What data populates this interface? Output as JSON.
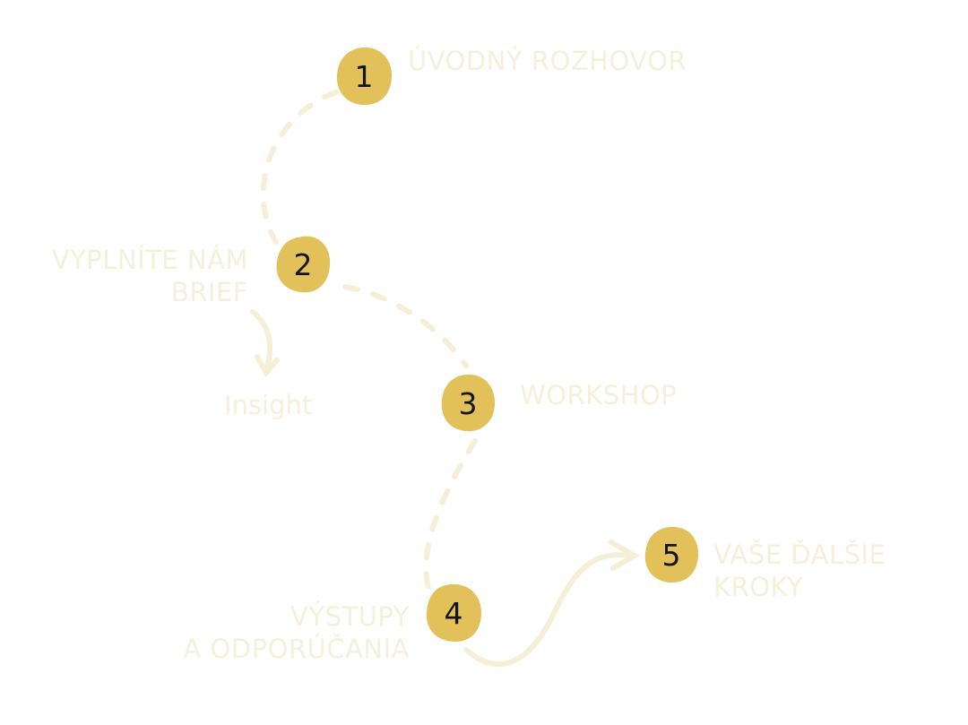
{
  "colors": {
    "badge_fill": "#e2c15b",
    "badge_text": "#141414",
    "label_text": "#f5f0da",
    "connector": "#f4efd6"
  },
  "steps": [
    {
      "number": "1",
      "label_lines": [
        "ÚVODNÝ ROZHOVOR"
      ]
    },
    {
      "number": "2",
      "label_lines": [
        "VYPLNÍTE NÁM",
        "BRIEF"
      ]
    },
    {
      "number": "3",
      "label_lines": [
        "WORKSHOP"
      ]
    },
    {
      "number": "4",
      "label_lines": [
        "VÝSTUPY",
        "A ODPORÚČANIA"
      ]
    },
    {
      "number": "5",
      "label_lines": [
        "VAŠE ĎALŠIE",
        "KROKY"
      ]
    }
  ],
  "insight": {
    "label": "Insight"
  }
}
